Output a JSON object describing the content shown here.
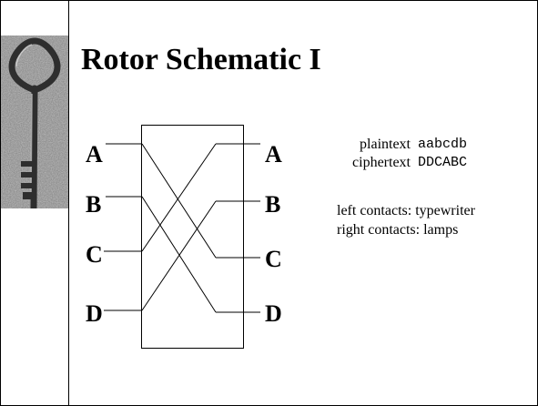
{
  "title": "Rotor Schematic I",
  "contacts": {
    "left": [
      "A",
      "B",
      "C",
      "D"
    ],
    "right": [
      "A",
      "B",
      "C",
      "D"
    ]
  },
  "wiring": [
    {
      "from": "A",
      "to": "C"
    },
    {
      "from": "B",
      "to": "D"
    },
    {
      "from": "C",
      "to": "A"
    },
    {
      "from": "D",
      "to": "B"
    }
  ],
  "cipher_example": {
    "plaintext_label": "plaintext",
    "plaintext_value": "aabcdb",
    "ciphertext_label": "ciphertext",
    "ciphertext_value": "DDCABC"
  },
  "notes": {
    "left_contacts": "left contacts: typewriter",
    "right_contacts": "right contacts: lamps"
  },
  "key_picture": {
    "icon": "key-icon"
  }
}
